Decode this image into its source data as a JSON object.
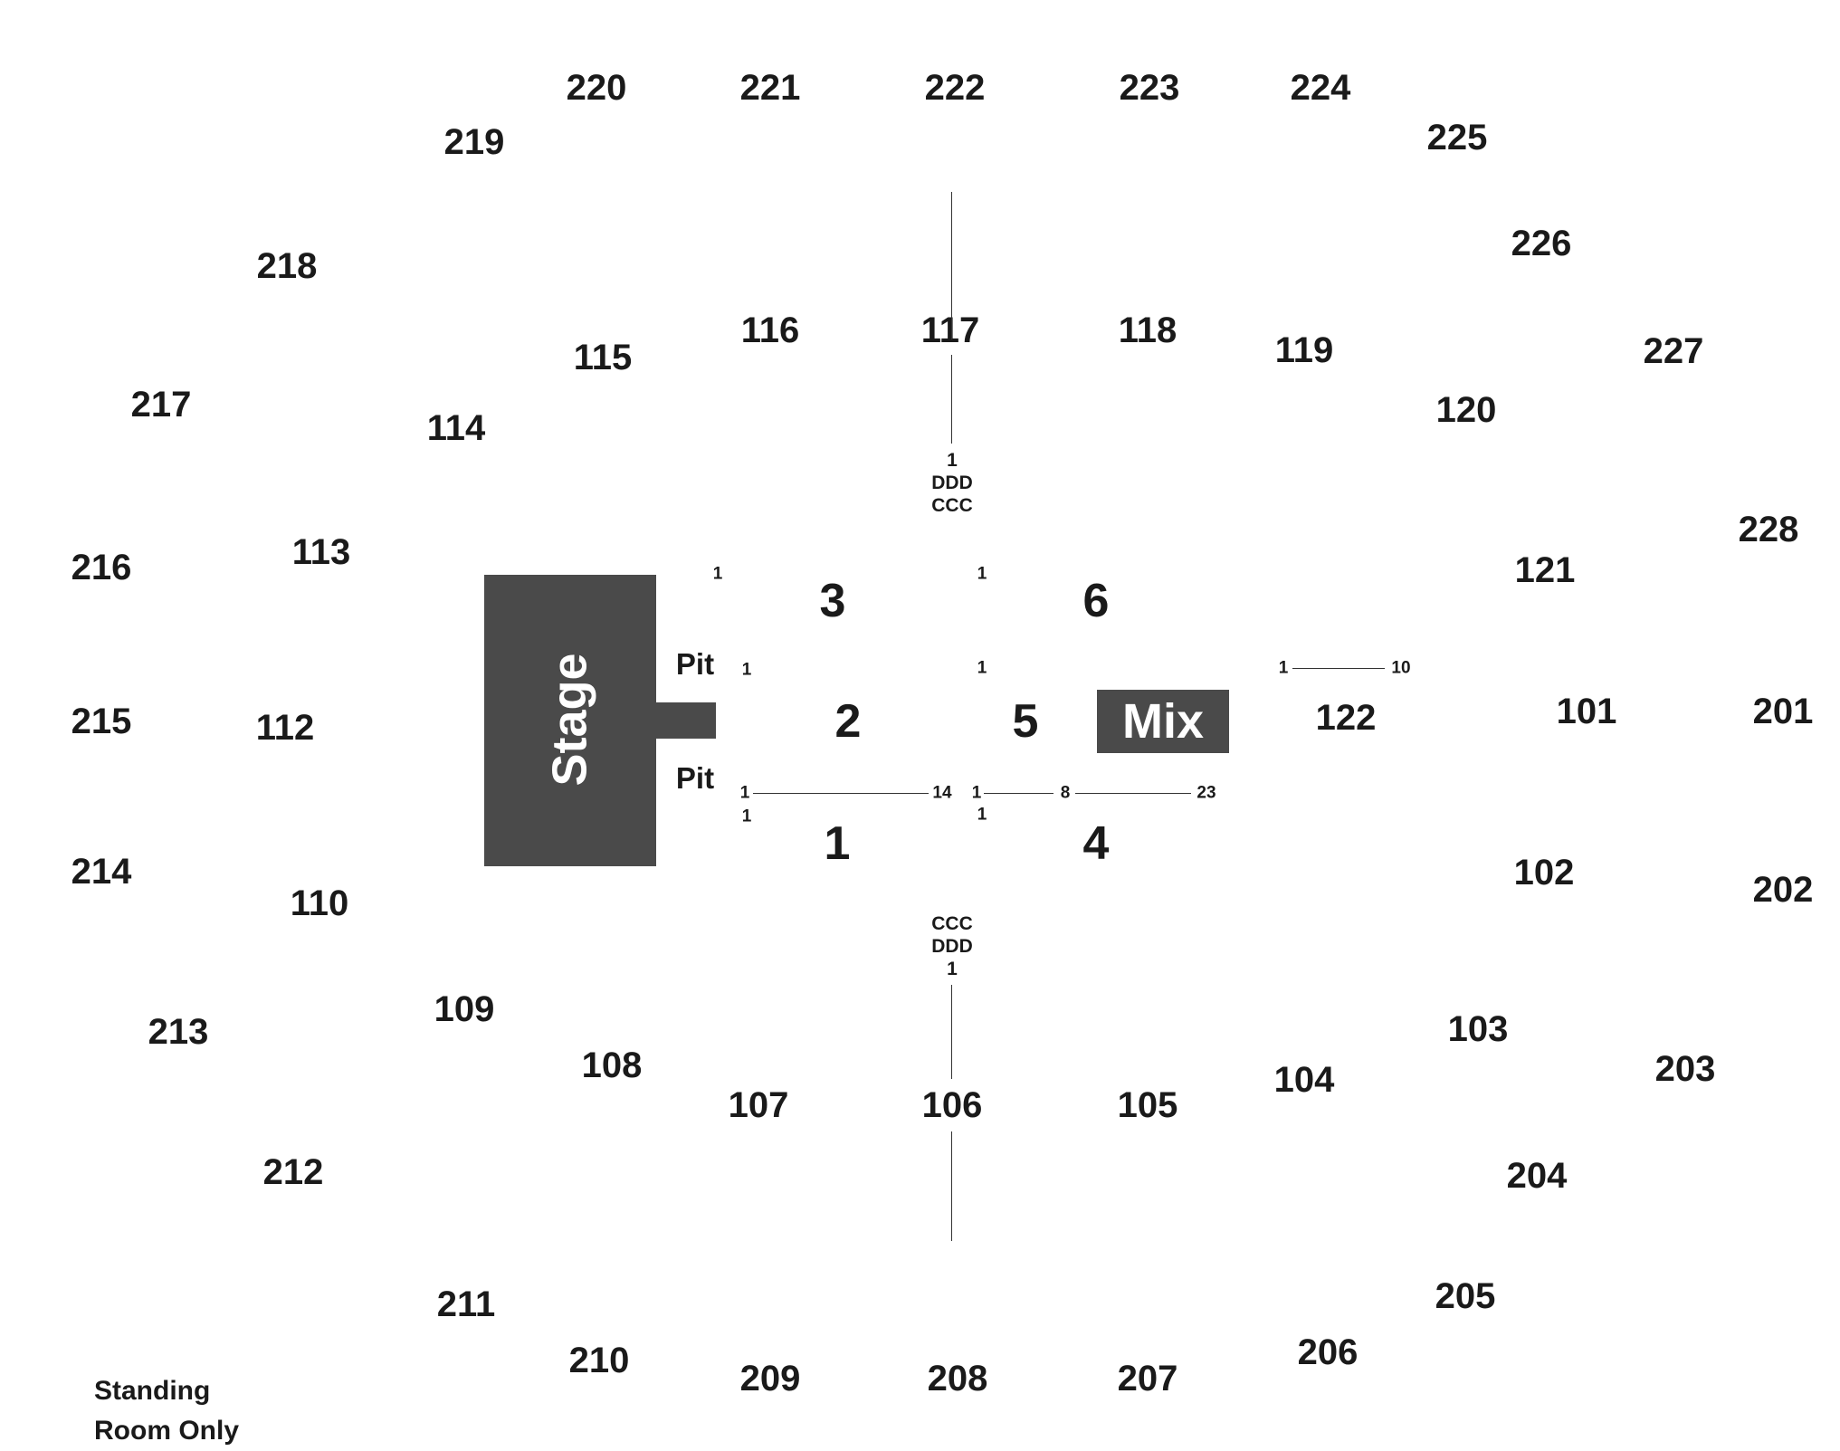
{
  "upper_sections": [
    "201",
    "202",
    "203",
    "204",
    "205",
    "206",
    "207",
    "208",
    "209",
    "210",
    "211",
    "212",
    "213",
    "214",
    "215",
    "216",
    "217",
    "218",
    "219",
    "220",
    "221",
    "222",
    "223",
    "224",
    "225",
    "226",
    "227",
    "228"
  ],
  "lower_sections": [
    "101",
    "102",
    "103",
    "104",
    "105",
    "106",
    "107",
    "108",
    "109",
    "110",
    "112",
    "113",
    "114",
    "115",
    "116",
    "117",
    "118",
    "119",
    "120",
    "121",
    "122"
  ],
  "floor_sections": [
    "1",
    "2",
    "3",
    "4",
    "5",
    "6"
  ],
  "stage": {
    "label": "Stage"
  },
  "mix": {
    "label": "Mix"
  },
  "pit": {
    "upper_label": "Pit",
    "lower_label": "Pit"
  },
  "standing_room": {
    "line1": "Standing",
    "line2": "Room Only"
  },
  "row_markers": {
    "top_aisle": [
      "1",
      "DDD",
      "CCC"
    ],
    "bottom_aisle": [
      "CCC",
      "DDD",
      "1"
    ],
    "floor_left_top": "1",
    "floor_mid_top": "1",
    "floor_left_mid": "1",
    "floor_mid_mid": "1",
    "floor_left_bottom": "1",
    "floor_mid_bottom": "1",
    "sec1_row_start": "1",
    "sec1_row_end": "14",
    "sec4_row_start": "1",
    "sec4_row_mid": "8",
    "sec4_row_end": "23",
    "sec122_row_start": "1",
    "sec122_row_end": "10"
  },
  "colors": {
    "block_fill": "#4a4a4a",
    "block_text": "#ffffff",
    "text": "#1a1a1a"
  }
}
